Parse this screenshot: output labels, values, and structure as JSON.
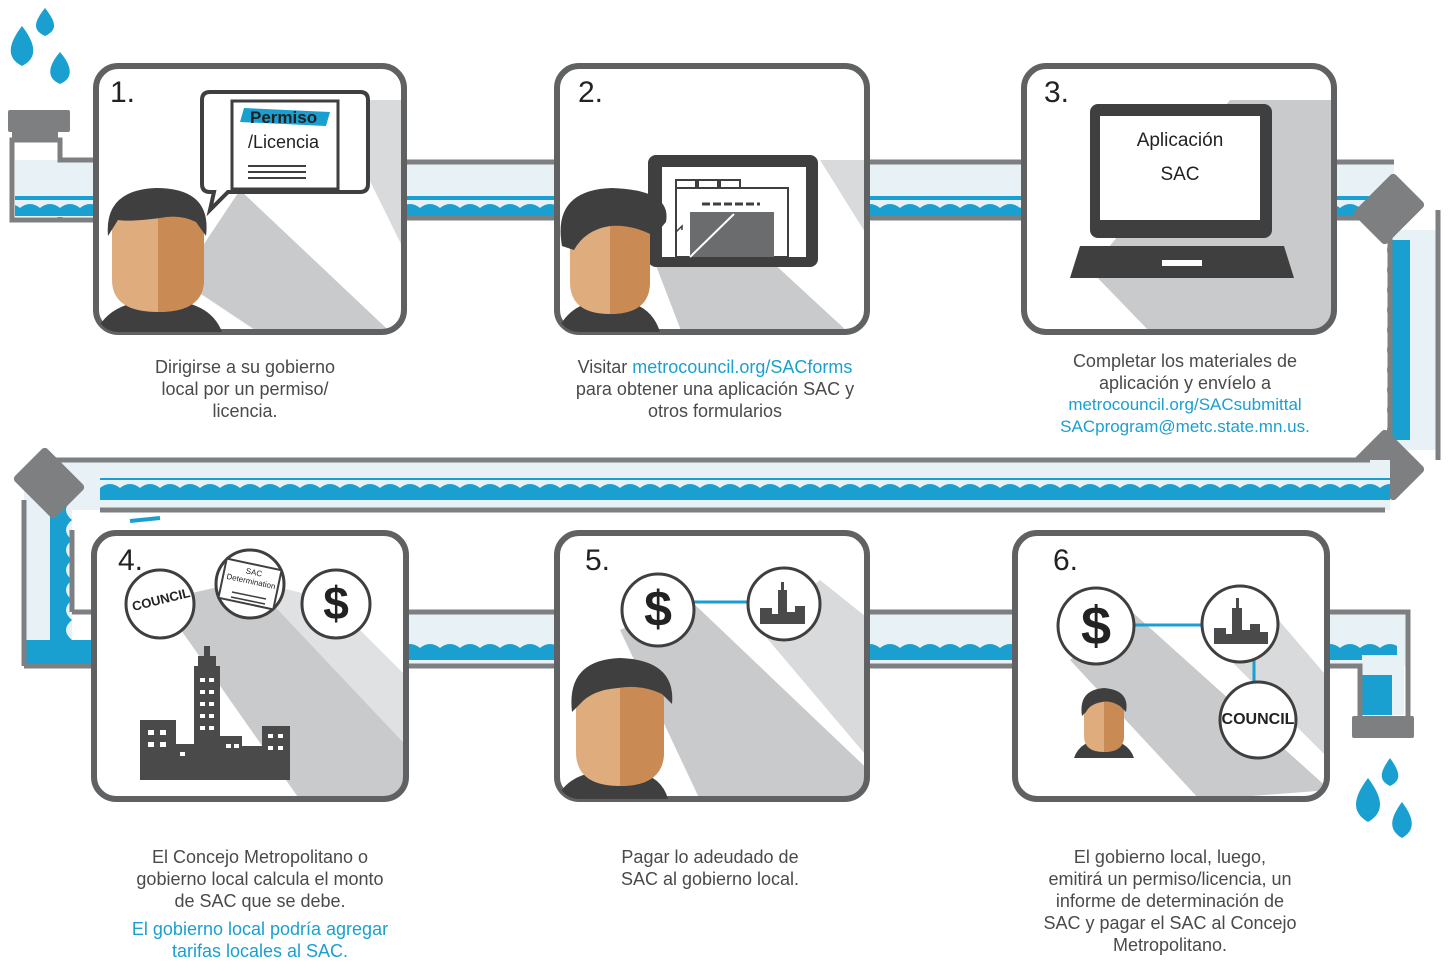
{
  "colors": {
    "water": "#1a9fd1",
    "pipe": "#7d7f81",
    "frame": "#5f6163",
    "skin_light": "#dfac7e",
    "skin_dark": "#c98a53",
    "hair": "#3f3f3f",
    "shadow": "#c9cacb",
    "text": "#4a4a4a",
    "link": "#1a9fd1"
  },
  "steps": [
    {
      "number": "1.",
      "bubble": {
        "highlight": "Permiso",
        "second": "/Licencia"
      },
      "caption": [
        "Dirigirse a su gobierno",
        "local por un permiso/",
        "licencia."
      ]
    },
    {
      "number": "2.",
      "caption_prefix": "Visitar ",
      "caption_link": "metrocouncil.org/SACforms",
      "caption": [
        "para obtener una aplicación SAC y",
        "otros formularios"
      ]
    },
    {
      "number": "3.",
      "laptop": {
        "line1": "Aplicación",
        "line2": "SAC"
      },
      "caption": [
        "Completar los materiales de",
        "aplicación y envíelo a"
      ],
      "caption_links": [
        "metrocouncil.org/SACsubmittal",
        "SACprogram@metc.state.mn.us."
      ]
    },
    {
      "number": "4.",
      "council": "COUNCIL",
      "doc": {
        "line1": "SAC",
        "line2": "Determination"
      },
      "dollar": "$",
      "caption": [
        "El Concejo Metropolitano o",
        "gobierno local calcula el monto",
        "de SAC que se debe."
      ],
      "caption_links": [
        "El gobierno local podría agregar",
        "tarifas locales al  SAC."
      ]
    },
    {
      "number": "5.",
      "dollar": "$",
      "caption": [
        "Pagar lo adeudado de",
        "SAC al gobierno local."
      ]
    },
    {
      "number": "6.",
      "dollar": "$",
      "council": "COUNCIL",
      "caption": [
        "El gobierno local, luego,",
        "emitirá un permiso/licencia, un",
        "informe de determinación de",
        "SAC y pagar el SAC al Concejo",
        "Metropolitano."
      ]
    }
  ]
}
